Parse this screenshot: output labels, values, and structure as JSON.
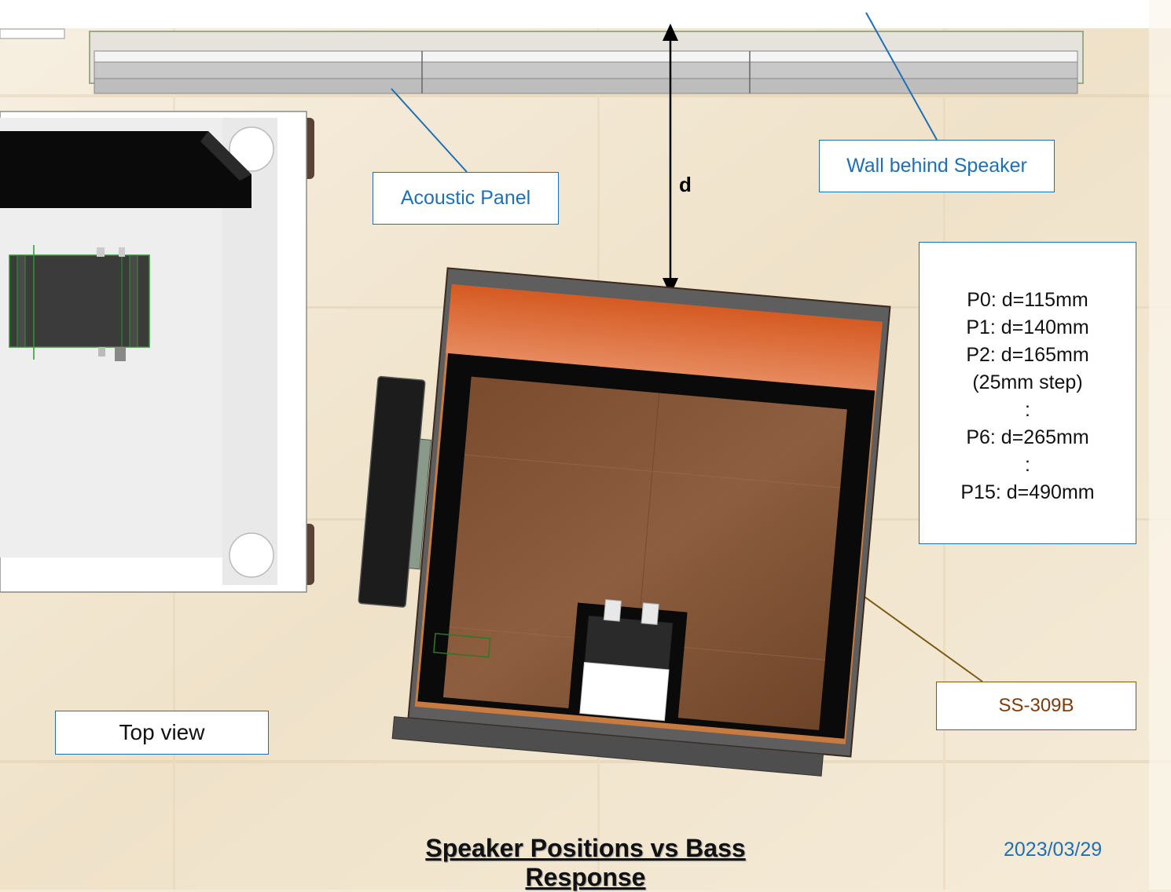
{
  "labels": {
    "acoustic_panel": "Acoustic Panel",
    "wall_behind_speaker": "Wall behind Speaker",
    "distance": "d",
    "speaker_model": "SS-309B",
    "view": "Top view"
  },
  "positions": [
    "P0: d=115mm",
    "P1: d=140mm",
    "P2: d=165mm",
    "(25mm step)",
    ":",
    "P6: d=265mm",
    ":",
    "P15: d=490mm"
  ],
  "footer": {
    "title": "Speaker Positions vs Bass Response",
    "date": "2023/03/29"
  },
  "colors": {
    "callout_blue": "#1f6fb5",
    "callout_brown": "#7a5a10",
    "wood_orange": "#d2642e",
    "wood_brown": "#7a4e32"
  }
}
